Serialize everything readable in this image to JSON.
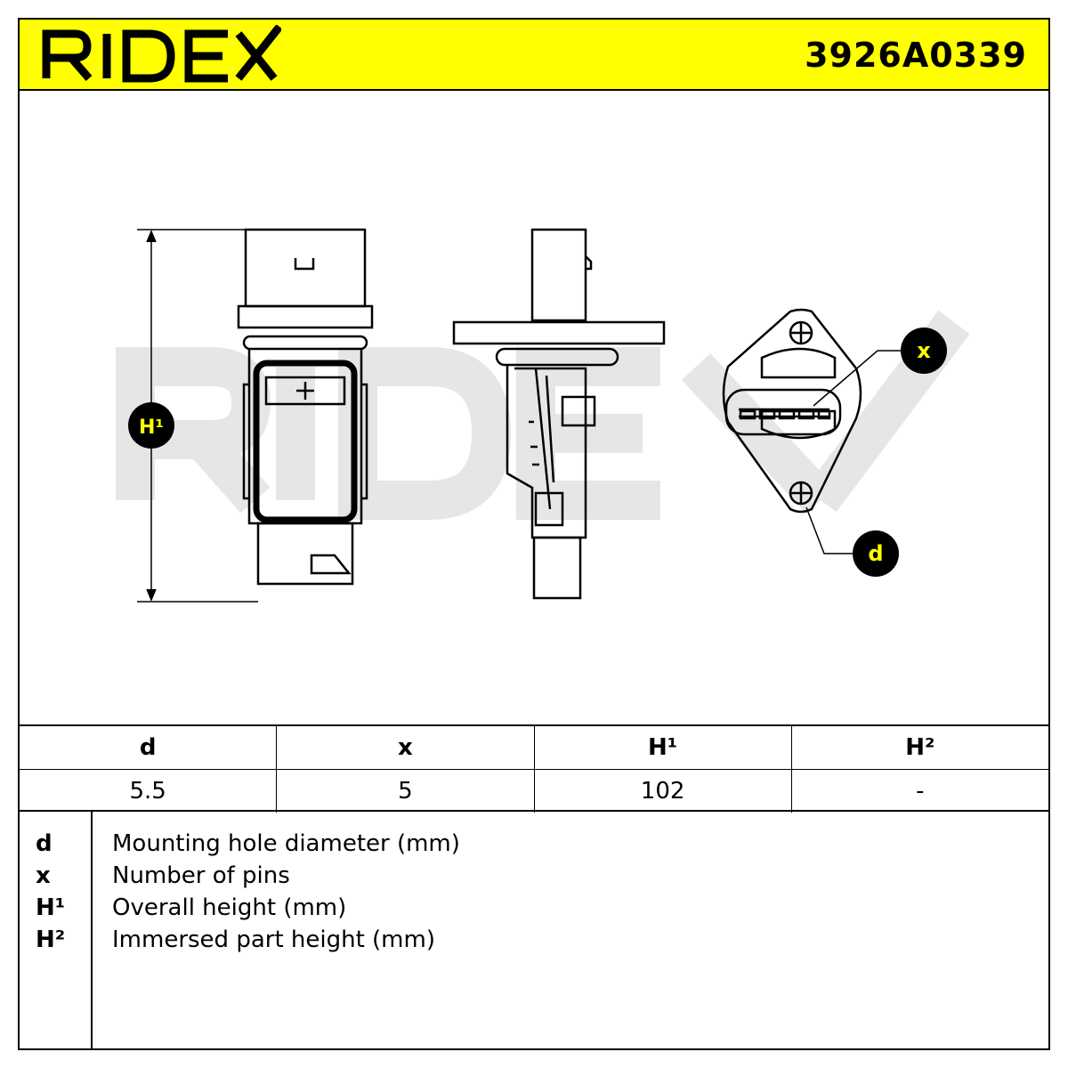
{
  "header": {
    "brand": "RIDEX",
    "part_number": "3926A0339",
    "accent_color": "#ffff00"
  },
  "drawing": {
    "callouts": {
      "height": "H¹",
      "pins": "x",
      "hole": "d"
    },
    "watermark": "RIDEX"
  },
  "spec_table": {
    "headers": [
      "d",
      "x",
      "H¹",
      "H²"
    ],
    "values": [
      "5.5",
      "5",
      "102",
      "-"
    ]
  },
  "legend": [
    {
      "key": "d",
      "description": "Mounting hole diameter (mm)"
    },
    {
      "key": "x",
      "description": "Number of pins"
    },
    {
      "key": "H¹",
      "description": "Overall height (mm)"
    },
    {
      "key": "H²",
      "description": "Immersed part height (mm)"
    }
  ]
}
